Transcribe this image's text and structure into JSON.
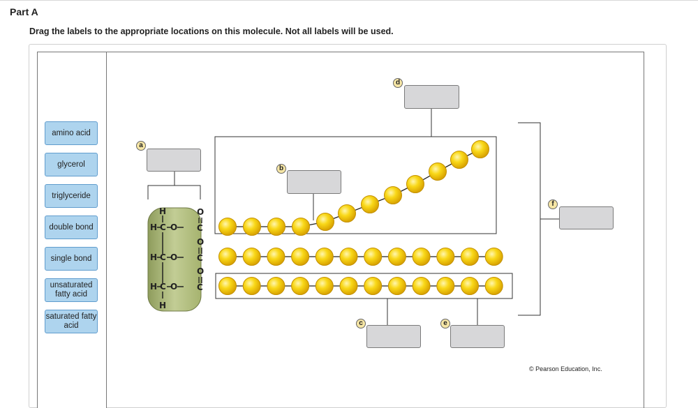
{
  "header": {
    "part_title": "Part A",
    "instructions": "Drag the labels to the appropriate locations on this molecule. Not all labels will be used."
  },
  "label_bank": [
    {
      "id": "amino-acid",
      "text": "amino acid"
    },
    {
      "id": "glycerol",
      "text": "glycerol"
    },
    {
      "id": "triglyceride",
      "text": "triglyceride"
    },
    {
      "id": "double-bond",
      "text": "double bond"
    },
    {
      "id": "single-bond",
      "text": "single bond"
    },
    {
      "id": "unsaturated-fatty-acid",
      "text": "unsaturated fatty acid"
    },
    {
      "id": "saturated-fatty-acid",
      "text": "saturated fatty acid"
    }
  ],
  "markers": {
    "a": "a",
    "b": "b",
    "c": "c",
    "d": "d",
    "e": "e",
    "f": "f"
  },
  "molecule": {
    "atom_h": "H",
    "atom_c": "C",
    "atom_o": "O",
    "bond_single": "—",
    "bond_double": "="
  },
  "credit": "© Pearson Education, Inc.",
  "colors": {
    "tile_fill": "#aed4ee",
    "tile_border": "#5f9ccd",
    "drop_fill": "#d7d7d9",
    "glycerol_fill": "#b5c28b",
    "carbon_ball": "#f4c400",
    "marker_fill": "#f6e6a5"
  }
}
